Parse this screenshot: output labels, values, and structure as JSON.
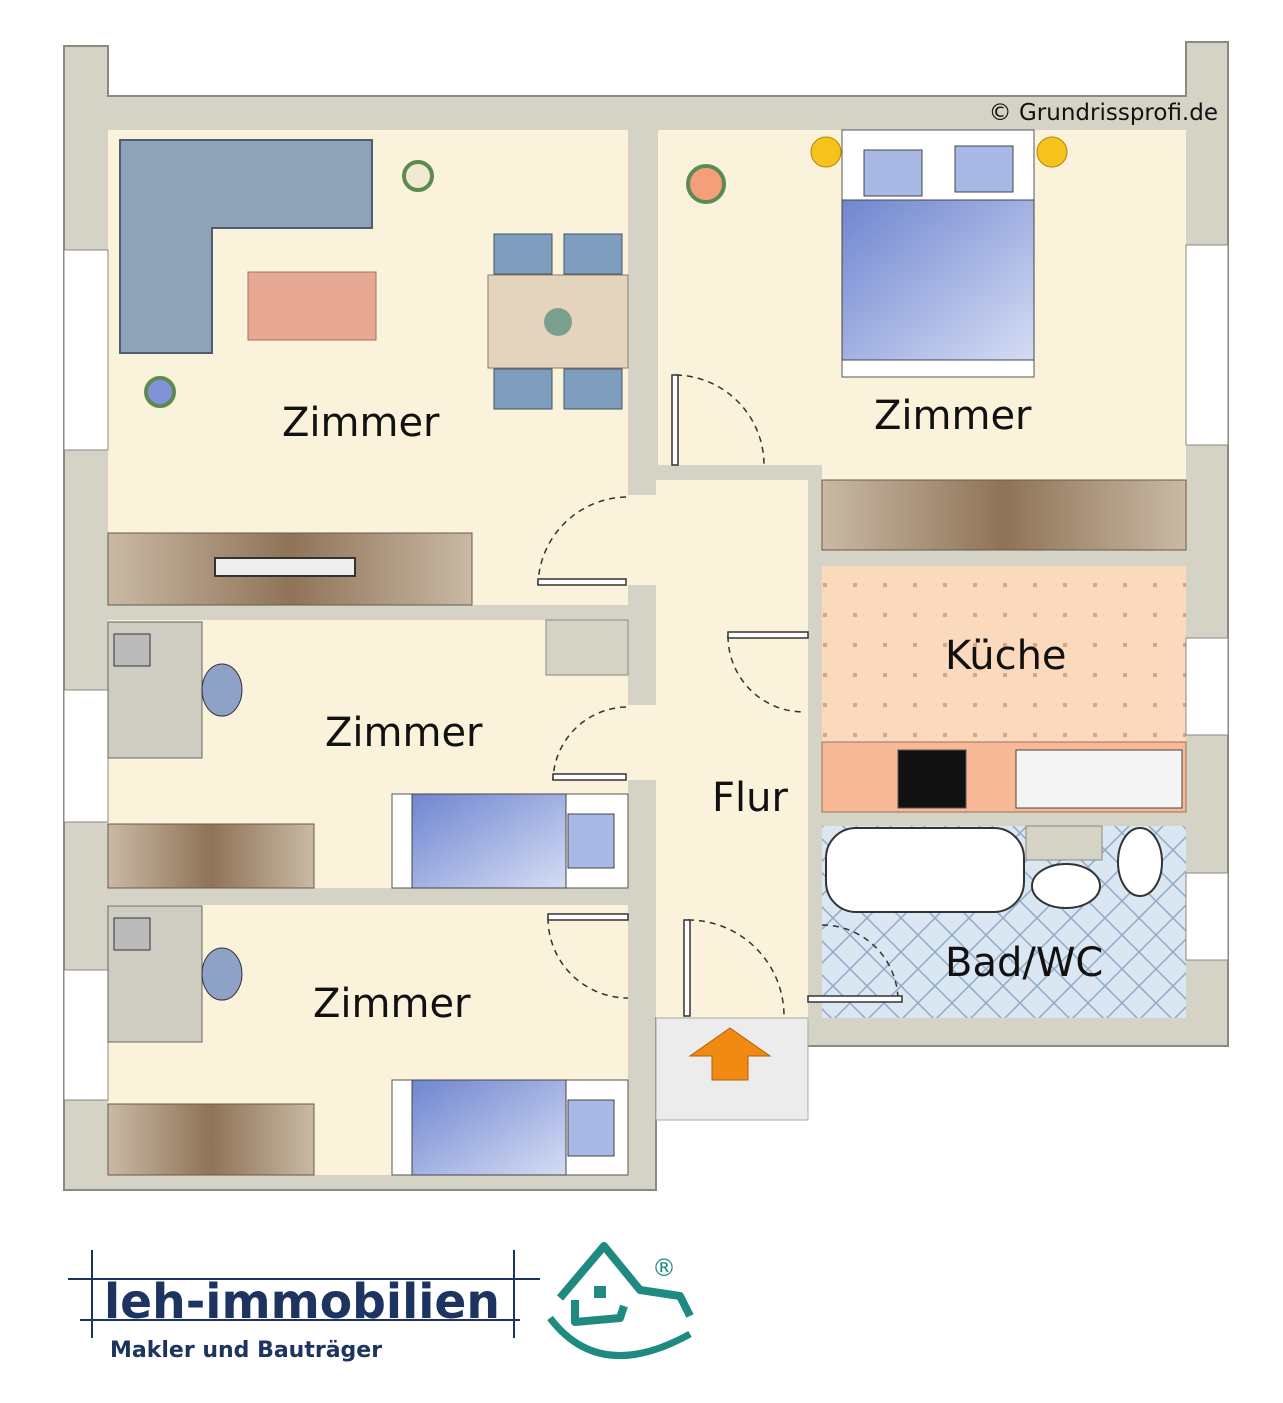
{
  "copyright": "© Grundrissprofi.de",
  "rooms": {
    "living": "Zimmer",
    "bedroom": "Zimmer",
    "room_middle": "Zimmer",
    "room_bottom": "Zimmer",
    "kitchen": "Küche",
    "hall": "Flur",
    "bath": "Bad/WC"
  },
  "logo": {
    "name": "leh-immobilien",
    "tagline": "Makler und Bauträger",
    "registered": "®"
  },
  "colors": {
    "wall": "#d5d3c6",
    "floor": "#faf2da",
    "kitchen_floor": "#fbd9bd",
    "bath_floor": "#d3e2ef",
    "entrance_arrow": "#f08a12",
    "logo_navy": "#1d3461",
    "logo_teal": "#1f8a80"
  }
}
